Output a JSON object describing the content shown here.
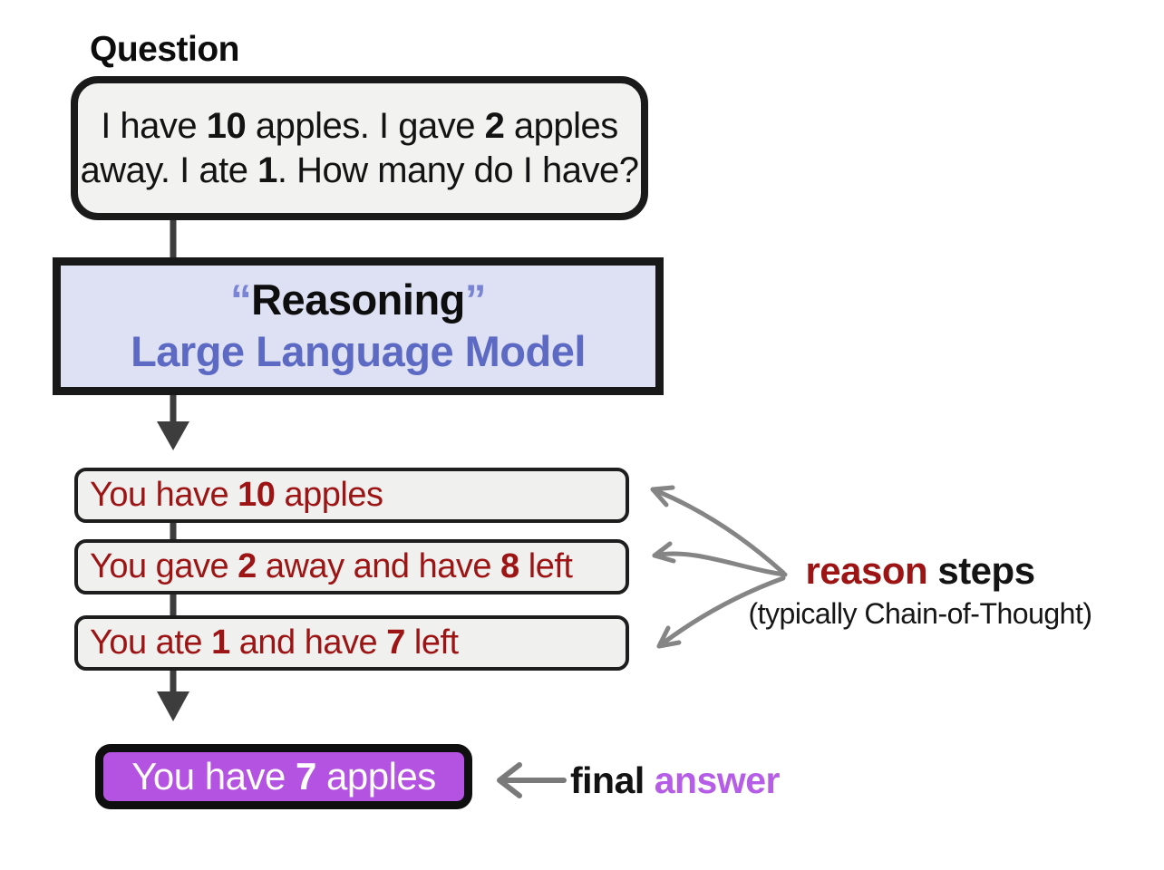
{
  "colors": {
    "background": "#ffffff",
    "border_black": "#1a1a1a",
    "box_fill_light_gray": "#f1f1f0",
    "llm_fill_lavender": "#dde1f3",
    "llm_text_blue": "#5d6ac4",
    "llm_quote_blue": "#7a84d4",
    "step_text_dark_red": "#9d1414",
    "answer_fill_purple": "#b452e2",
    "answer_label_purple": "#b55de6",
    "curved_arrow_gray": "#858585",
    "flow_arrow_dark_gray": "#3d3d3d"
  },
  "question": {
    "label": "Question",
    "line1": [
      "I have ",
      "10",
      " apples. I gave ",
      "2",
      " apples"
    ],
    "line2": [
      "away. I ate ",
      "1",
      ". How many do I have?"
    ]
  },
  "llm_box": {
    "open_quote": "“",
    "title": "Reasoning",
    "close_quote": "”",
    "subtitle": "Large Language Model"
  },
  "steps": [
    {
      "segments": [
        "You have ",
        "10",
        " apples"
      ]
    },
    {
      "segments": [
        "You gave ",
        "2",
        " away and have ",
        "8",
        " left"
      ]
    },
    {
      "segments": [
        "You ate ",
        "1",
        " and have ",
        "7",
        " left"
      ]
    }
  ],
  "answer_box": {
    "segments": [
      "You have ",
      "7",
      " apples"
    ]
  },
  "annotations": {
    "reason_steps_red": "reason",
    "reason_steps_black": " steps",
    "cot_note": "(typically Chain-of-Thought)",
    "final_black": "final",
    "final_purple": " answer"
  }
}
